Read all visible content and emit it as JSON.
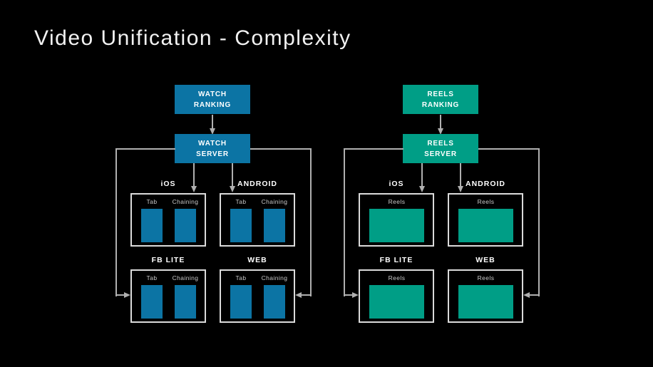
{
  "title": "Video Unification - Complexity",
  "colors": {
    "background": "#000000",
    "watch_accent": "#0C74A4",
    "reels_accent": "#009E86",
    "line": "#B0B0B0",
    "box_border": "#DBDBDB",
    "label_muted": "#C9C9C9",
    "title_color": "#F2F2F2"
  },
  "watch": {
    "ranking_label": "WATCH RANKING",
    "server_label": "WATCH SERVER",
    "platforms": [
      {
        "name": "iOS",
        "modules": [
          "Tab",
          "Chaining"
        ]
      },
      {
        "name": "ANDROID",
        "modules": [
          "Tab",
          "Chaining"
        ]
      },
      {
        "name": "FB LITE",
        "modules": [
          "Tab",
          "Chaining"
        ]
      },
      {
        "name": "WEB",
        "modules": [
          "Tab",
          "Chaining"
        ]
      }
    ]
  },
  "reels": {
    "ranking_label": "REELS RANKING",
    "server_label": "REELS SERVER",
    "platforms": [
      {
        "name": "iOS",
        "modules": [
          "Reels"
        ]
      },
      {
        "name": "ANDROID",
        "modules": [
          "Reels"
        ]
      },
      {
        "name": "FB LITE",
        "modules": [
          "Reels"
        ]
      },
      {
        "name": "WEB",
        "modules": [
          "Reels"
        ]
      }
    ]
  }
}
